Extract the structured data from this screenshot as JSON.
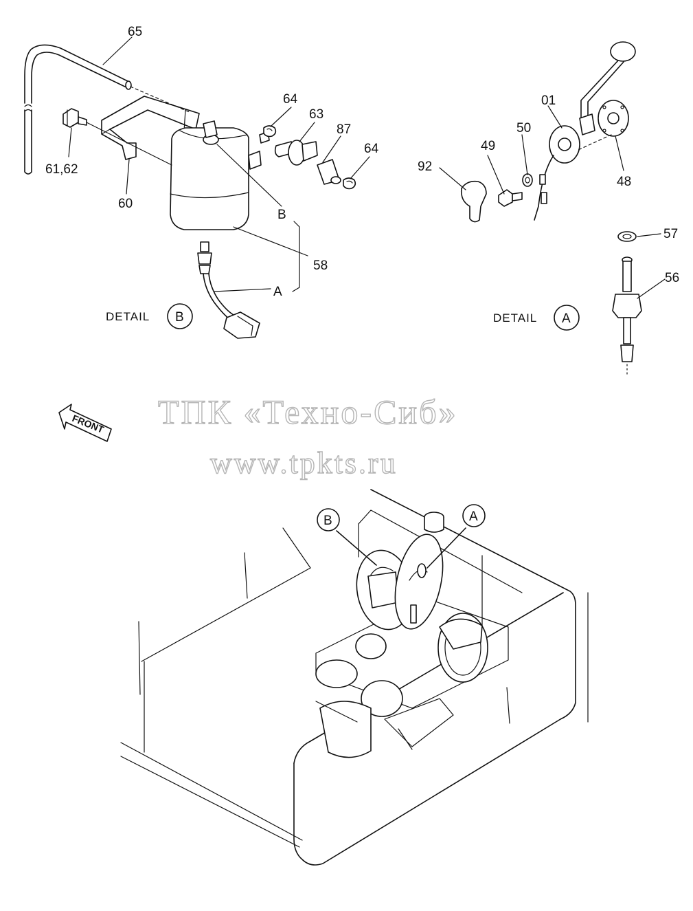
{
  "diagram": {
    "callouts": {
      "c65": "65",
      "c6162": "61,62",
      "c60": "60",
      "c64a": "64",
      "c63": "63",
      "c87": "87",
      "c64b": "64",
      "c58": "58",
      "cB": "B",
      "cA": "A",
      "c01": "01",
      "c50": "50",
      "c49": "49",
      "c92": "92",
      "c48": "48",
      "c57": "57",
      "c56": "56"
    },
    "detail_labels": {
      "b_text": "DETAIL",
      "b_letter": "B",
      "a_text": "DETAIL",
      "a_letter": "A"
    },
    "overview": {
      "circle_b": "B",
      "circle_a": "A"
    },
    "front_label": "FRONT"
  },
  "watermark": {
    "line1": "ТПК «Техно-Сиб»",
    "line2": "www.tpkts.ru"
  }
}
